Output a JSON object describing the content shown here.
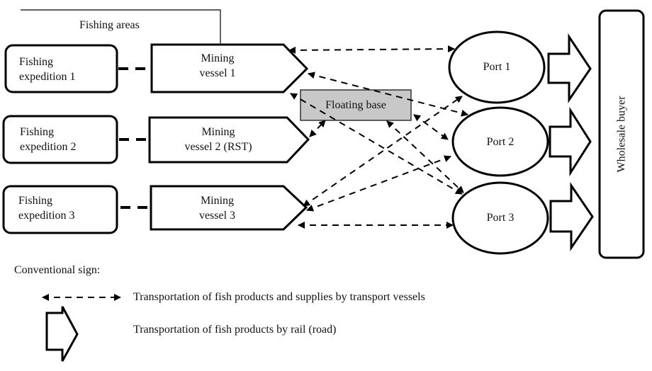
{
  "fishing_areas_label": "Fishing areas",
  "expeditions": [
    {
      "line1": "Fishing",
      "line2": "expedition 1"
    },
    {
      "line1": "Fishing",
      "line2": "expedition 2"
    },
    {
      "line1": "Fishing",
      "line2": "expedition 3"
    }
  ],
  "vessels": [
    {
      "line1": "Mining",
      "line2": "vessel 1"
    },
    {
      "line1": "Mining",
      "line2": "vessel 2 (RST)"
    },
    {
      "line1": "Mining",
      "line2": "vessel 3"
    }
  ],
  "floating_base": {
    "label": "Floating base",
    "fill": "#c8c8c8"
  },
  "ports": [
    {
      "label": "Port 1"
    },
    {
      "label": "Port 2"
    },
    {
      "label": "Port 3"
    }
  ],
  "wholesale_buyer": {
    "label": "Wholesale buyer"
  },
  "legend": {
    "title": "Conventional sign:",
    "items": [
      {
        "symbol": "dashed-double-arrow",
        "text": "Transportation of fish products and supplies by transport vessels"
      },
      {
        "symbol": "block-arrow",
        "text": "Transportation of fish products by rail (road)"
      }
    ]
  }
}
